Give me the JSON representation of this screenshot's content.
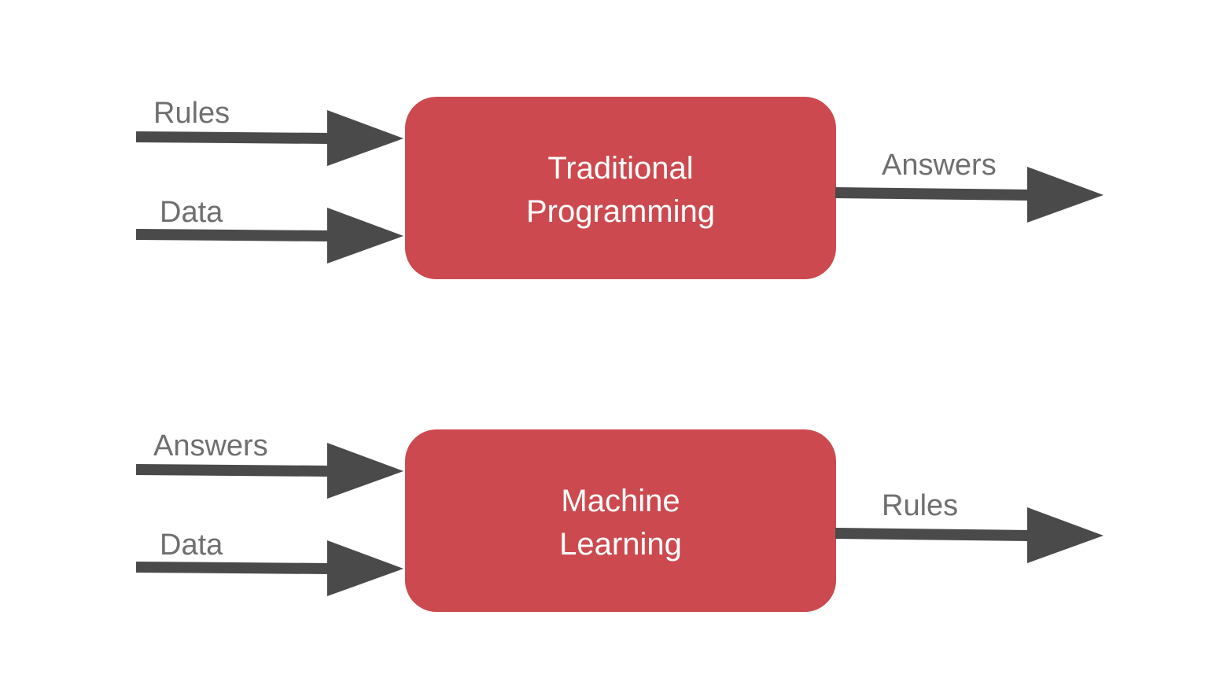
{
  "colors": {
    "box_fill": "#cc4a4f",
    "arrow": "#4a4a4a",
    "label_text": "#6f6f6f",
    "box_text": "#ffffff",
    "background": "#ffffff"
  },
  "traditional": {
    "box": {
      "line1": "Traditional",
      "line2": "Programming"
    },
    "inputs": [
      "Rules",
      "Data"
    ],
    "output": "Answers"
  },
  "machine_learning": {
    "box": {
      "line1": "Machine",
      "line2": "Learning"
    },
    "inputs": [
      "Answers",
      "Data"
    ],
    "output": "Rules"
  }
}
